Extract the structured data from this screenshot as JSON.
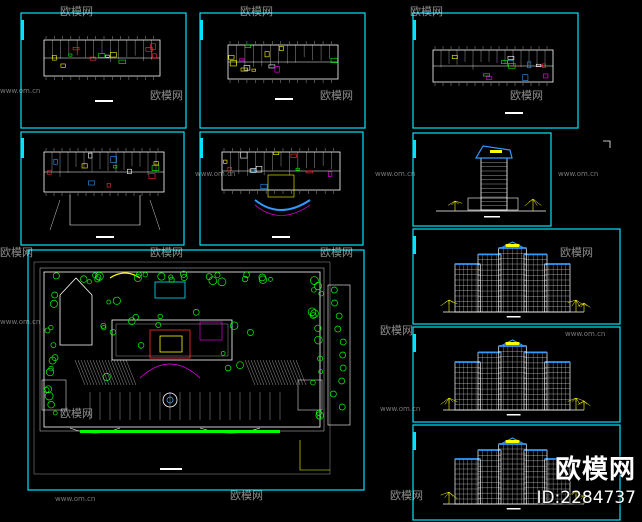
{
  "watermark": {
    "brand": "欧模网",
    "url": "www.om.cn"
  },
  "brand_overlay": {
    "logo_text": "欧模网",
    "id_text": "ID:2284737"
  },
  "colors": {
    "background": "#000000",
    "frame": "#00e5ff",
    "linework": "#ffffff",
    "accent_yellow": "#ffff00",
    "accent_red": "#ff3030",
    "accent_green": "#00ff00",
    "accent_blue": "#3399ff",
    "accent_magenta": "#ff00ff"
  },
  "sheets": [
    {
      "name": "floor-plan-1",
      "kind": "plan"
    },
    {
      "name": "floor-plan-2",
      "kind": "plan"
    },
    {
      "name": "floor-plan-3",
      "kind": "plan"
    },
    {
      "name": "floor-plan-4",
      "kind": "plan"
    },
    {
      "name": "floor-plan-5",
      "kind": "plan"
    },
    {
      "name": "site-plan",
      "kind": "site"
    },
    {
      "name": "side-elevation",
      "kind": "elevation"
    },
    {
      "name": "front-elevation-1",
      "kind": "elevation"
    },
    {
      "name": "front-elevation-2",
      "kind": "elevation"
    },
    {
      "name": "front-elevation-3",
      "kind": "elevation"
    }
  ]
}
